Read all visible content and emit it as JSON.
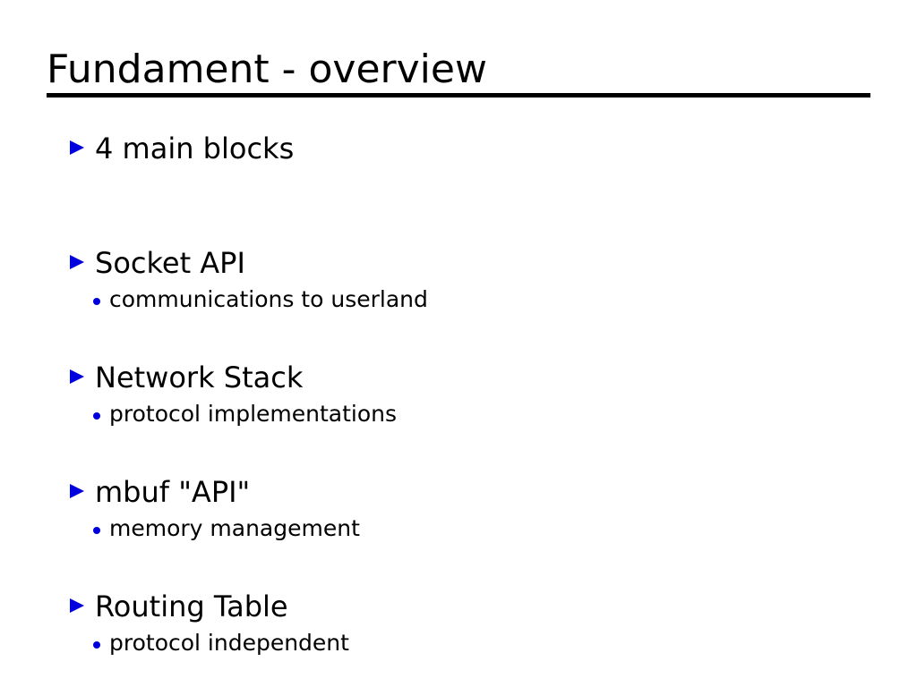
{
  "slide": {
    "title": "Fundament - overview",
    "background_color": "#ffffff",
    "text_color": "#000000",
    "bullet_color": "#0000dd",
    "rule_color": "#000000",
    "groups": [
      {
        "heading": "4 main blocks",
        "sub": []
      },
      {
        "heading": "Socket API",
        "sub": [
          "communications to userland"
        ]
      },
      {
        "heading": "Network Stack",
        "sub": [
          "protocol implementations"
        ]
      },
      {
        "heading": "mbuf \"API\"",
        "sub": [
          "memory management"
        ]
      },
      {
        "heading": "Routing Table",
        "sub": [
          "protocol independent"
        ]
      }
    ]
  }
}
